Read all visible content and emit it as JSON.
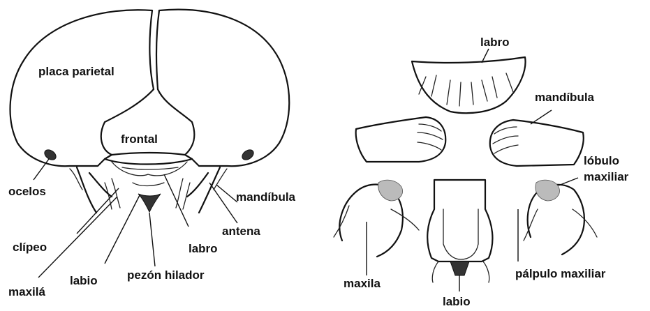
{
  "head_labels": {
    "parietal": "placa parietal",
    "frontal": "frontal",
    "ocelos": "ocelos",
    "clipeo": "clípeo",
    "maxila": "maxilá",
    "labio": "labio",
    "pezon": "pezón hilador",
    "labro": "labro",
    "antena": "antena",
    "mandibula": "mandíbula"
  },
  "mouthpart_labels": {
    "labro": "labro",
    "mandibula": "mandíbula",
    "lobulo_line1": "lóbulo",
    "lobulo_line2": "maxiliar",
    "maxila": "maxila",
    "labio": "labio",
    "palpulo": "pálpulo maxiliar"
  }
}
